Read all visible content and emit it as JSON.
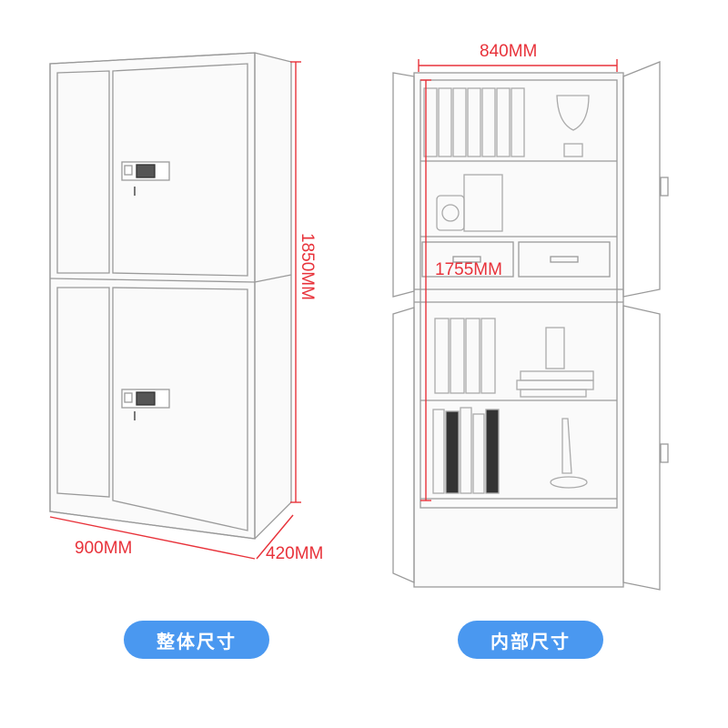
{
  "dimensions": {
    "height_overall": "1850MM",
    "width_overall": "900MM",
    "depth_overall": "420MM",
    "width_inner": "840MM",
    "height_inner": "1755MM"
  },
  "buttons": {
    "overall_size": "整体尺寸",
    "inner_size": "内部尺寸"
  },
  "colors": {
    "accent": "#4a98f0",
    "dimension": "#e8323a",
    "line": "#9a9a9a"
  }
}
